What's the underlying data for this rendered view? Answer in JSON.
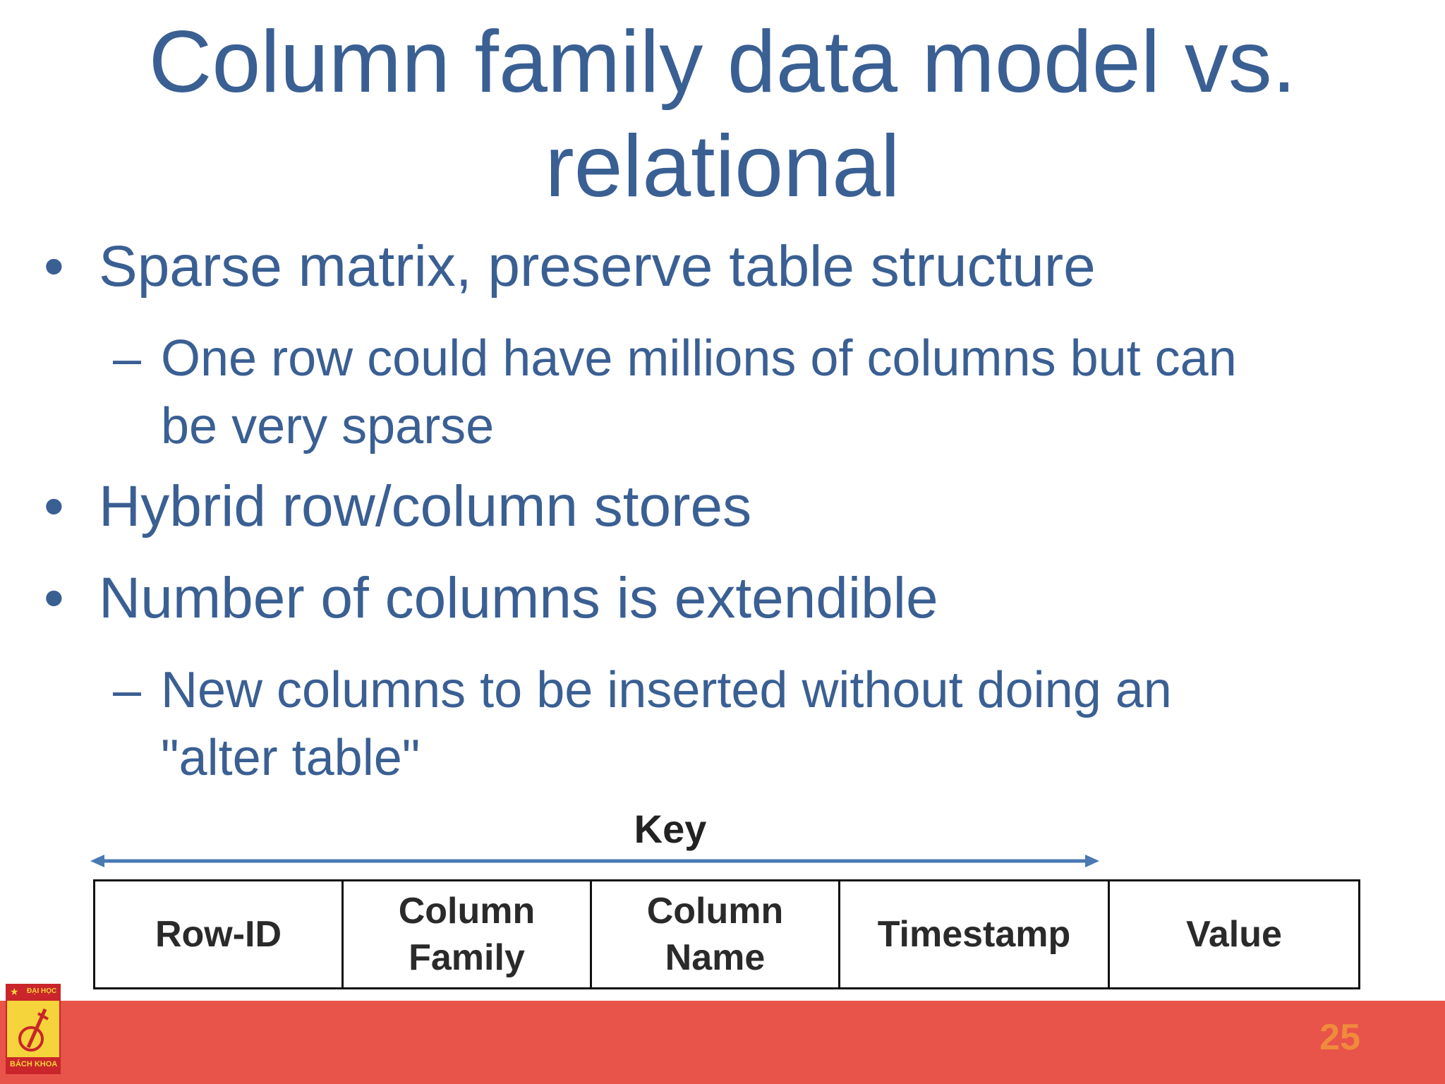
{
  "slide": {
    "title_line1": "Column family data model vs.",
    "title_line2": "relational",
    "bullet_char": "•",
    "dash_char": "–",
    "bullets": [
      {
        "text": "Sparse matrix, preserve table structure",
        "sub": [
          "One row could have millions of columns but can",
          "be very sparse"
        ]
      },
      {
        "text": "Hybrid row/column stores"
      },
      {
        "text": "Number of columns is extendible",
        "sub": [
          "New columns to be inserted without doing an",
          "\"alter table\""
        ]
      }
    ]
  },
  "diagram": {
    "key_label": "Key",
    "arrow_color": "#4a78b0",
    "cells": [
      [
        "Row-ID"
      ],
      [
        "Column",
        "Family"
      ],
      [
        "Column",
        "Name"
      ],
      [
        "Timestamp"
      ],
      [
        "Value"
      ]
    ]
  },
  "footer": {
    "page_number": "25",
    "bar_color": "#e8534a",
    "logo": {
      "top_text": "ĐẠI HỌC",
      "bottom_text": "BÁCH KHOA"
    }
  }
}
